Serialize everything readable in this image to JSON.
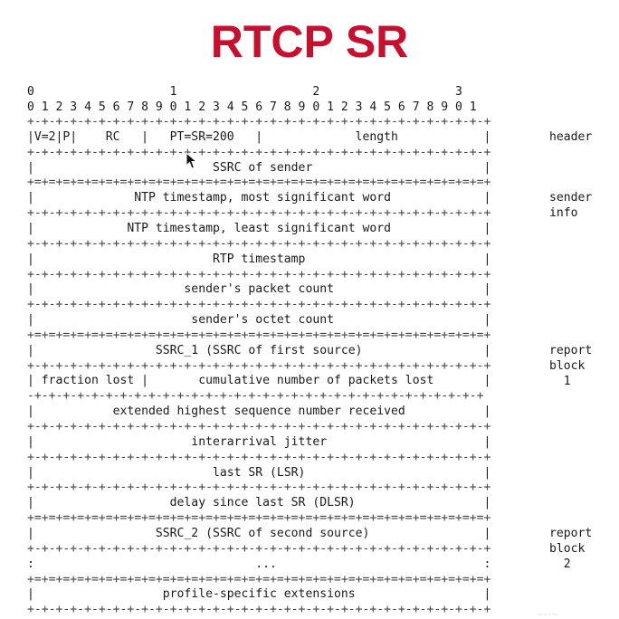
{
  "title": "RTCP SR",
  "title_color": "#c8102e",
  "ruler": [
    "0                   1                   2                   3",
    "0 1 2 3 4 5 6 7 8 9 0 1 2 3 4 5 6 7 8 9 0 1 2 3 4 5 6 7 8 9 0 1"
  ],
  "lines": [
    "+-+-+-+-+-+-+-+-+-+-+-+-+-+-+-+-+-+-+-+-+-+-+-+-+-+-+-+-+-+-+-+-+",
    "|V=2|P|    RC   |   PT=SR=200   |             length            |",
    "+-+-+-+-+-+-+-+-+-+-+-+-+-+-+-+-+-+-+-+-+-+-+-+-+-+-+-+-+-+-+-+-+",
    "|                         SSRC of sender                        |",
    "+=+=+=+=+=+=+=+=+=+=+=+=+=+=+=+=+=+=+=+=+=+=+=+=+=+=+=+=+=+=+=+=+",
    "|              NTP timestamp, most significant word             |",
    "+-+-+-+-+-+-+-+-+-+-+-+-+-+-+-+-+-+-+-+-+-+-+-+-+-+-+-+-+-+-+-+-+",
    "|             NTP timestamp, least significant word             |",
    "+-+-+-+-+-+-+-+-+-+-+-+-+-+-+-+-+-+-+-+-+-+-+-+-+-+-+-+-+-+-+-+-+",
    "|                         RTP timestamp                         |",
    "+-+-+-+-+-+-+-+-+-+-+-+-+-+-+-+-+-+-+-+-+-+-+-+-+-+-+-+-+-+-+-+-+",
    "|                     sender's packet count                     |",
    "+-+-+-+-+-+-+-+-+-+-+-+-+-+-+-+-+-+-+-+-+-+-+-+-+-+-+-+-+-+-+-+-+",
    "|                      sender's octet count                     |",
    "+=+=+=+=+=+=+=+=+=+=+=+=+=+=+=+=+=+=+=+=+=+=+=+=+=+=+=+=+=+=+=+=+",
    "|                 SSRC_1 (SSRC of first source)                 |",
    "+-+-+-+-+-+-+-+-+-+-+-+-+-+-+-+-+-+-+-+-+-+-+-+-+-+-+-+-+-+-+-+-+",
    "| fraction lost |       cumulative number of packets lost       |",
    "-+-+-+-+-+-+-+-+-+-+-+-+-+-+-+-+-+-+-+-+-+-+-+-+-+-+-+-+-+-+-+-+",
    "|           extended highest sequence number received           |",
    "+-+-+-+-+-+-+-+-+-+-+-+-+-+-+-+-+-+-+-+-+-+-+-+-+-+-+-+-+-+-+-+-+",
    "|                      interarrival jitter                      |",
    "+-+-+-+-+-+-+-+-+-+-+-+-+-+-+-+-+-+-+-+-+-+-+-+-+-+-+-+-+-+-+-+-+",
    "|                         last SR (LSR)                         |",
    "+-+-+-+-+-+-+-+-+-+-+-+-+-+-+-+-+-+-+-+-+-+-+-+-+-+-+-+-+-+-+-+-+",
    "|                   delay since last SR (DLSR)                  |",
    "+=+=+=+=+=+=+=+=+=+=+=+=+=+=+=+=+=+=+=+=+=+=+=+=+=+=+=+=+=+=+=+=+",
    "|                 SSRC_2 (SSRC of second source)                |",
    "+-+-+-+-+-+-+-+-+-+-+-+-+-+-+-+-+-+-+-+-+-+-+-+-+-+-+-+-+-+-+-+-+",
    ":                               ...                             :",
    "+=+=+=+=+=+=+=+=+=+=+=+=+=+=+=+=+=+=+=+=+=+=+=+=+=+=+=+=+=+=+=+=+",
    "|                  profile-specific extensions                  |",
    "+-+-+-+-+-+-+-+-+-+-+-+-+-+-+-+-+-+-+-+-+-+-+-+-+-+-+-+-+-+-+-+-+"
  ],
  "side_labels": [
    {
      "text": "header",
      "row": 1
    },
    {
      "text": "sender\ninfo",
      "row": 5
    },
    {
      "text": "report\nblock\n  1",
      "row": 15
    },
    {
      "text": "report\nblock\n  2",
      "row": 27
    }
  ],
  "watermark": "~~ ~ ~ ~~"
}
